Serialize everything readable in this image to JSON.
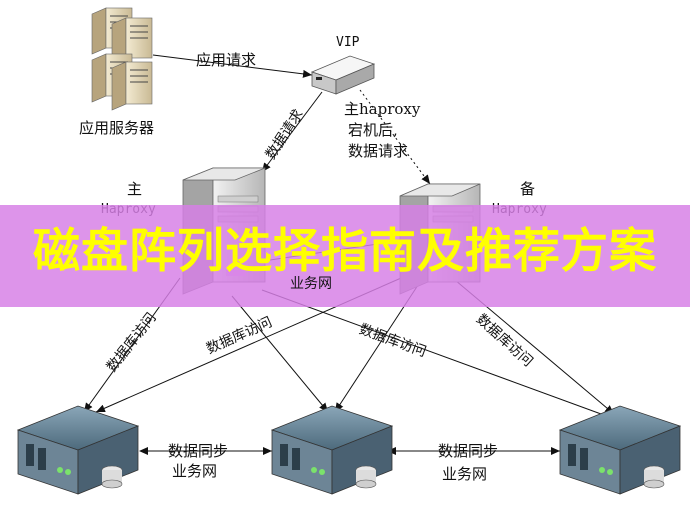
{
  "banner": {
    "title": "磁盘阵列选择指南及推荐方案"
  },
  "nodes": {
    "app_server": "应用服务器",
    "vip": "VIP",
    "master_role": "主",
    "master_name": "Haproxy",
    "backup_role": "备",
    "backup_name": "Haproxy",
    "failover_note_line1": "主haproxy",
    "failover_note_line2": "宕机后,",
    "failover_note_line3": "数据请求"
  },
  "edges": {
    "app_request": "应用请求",
    "data_request": "数据请求",
    "business_net_top": "业务网",
    "db_access_1": "数据库访问",
    "db_access_2": "数据库访问",
    "db_access_3": "数据库访问",
    "db_access_4": "数据库访问",
    "sync_left": "数据同步",
    "sync_left_net": "业务网",
    "sync_right": "数据同步",
    "sync_right_net": "业务网"
  }
}
